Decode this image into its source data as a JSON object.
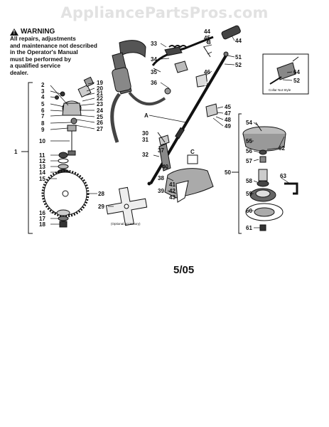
{
  "watermark": "AppliancePartsPros.com",
  "warning": {
    "title": "WARNING",
    "lines": [
      "All repairs, adjustments",
      "and maintenance not described",
      "in the Operator's Manual",
      "must be performed by",
      "a qualified service",
      "dealer."
    ]
  },
  "date_code": "5/05",
  "inset_caption": "Collar Nut Style",
  "optional_caption": "(Optional Accessory)",
  "callouts": {
    "c1": "1",
    "c2": "2",
    "c3": "3",
    "c4": "4",
    "c5": "5",
    "c6": "6",
    "c7": "7",
    "c8": "8",
    "c9": "9",
    "c10": "10",
    "c11": "11",
    "c12": "12",
    "c13": "13",
    "c14": "14",
    "c15": "15",
    "c16": "16",
    "c17": "17",
    "c18": "18",
    "c19": "19",
    "c20": "20",
    "c21": "21",
    "c22": "22",
    "c23": "23",
    "c24": "24",
    "c25": "25",
    "c26": "26",
    "c27": "27",
    "c28": "28",
    "c29": "29",
    "c30": "30",
    "c31": "31",
    "c32": "32",
    "c33": "33",
    "c34": "34",
    "c35": "35",
    "c36": "36",
    "c37": "37",
    "c38": "38",
    "c39": "39",
    "c40": "40",
    "c41": "41",
    "c42": "42",
    "c43": "43",
    "c44a": "44",
    "c44b": "44",
    "c45a": "45",
    "c45b": "45",
    "c46": "46",
    "c47": "47",
    "c48": "48",
    "c49": "49",
    "c50": "50",
    "c51": "51",
    "c52a": "52",
    "c52b": "52",
    "c54": "54",
    "c55": "55",
    "c56": "56",
    "c57": "57",
    "c58": "58",
    "c59": "59",
    "c60": "60",
    "c61": "61",
    "c62": "62",
    "c63": "63",
    "c64": "64",
    "cA": "A",
    "cB": "B",
    "cC": "C"
  }
}
